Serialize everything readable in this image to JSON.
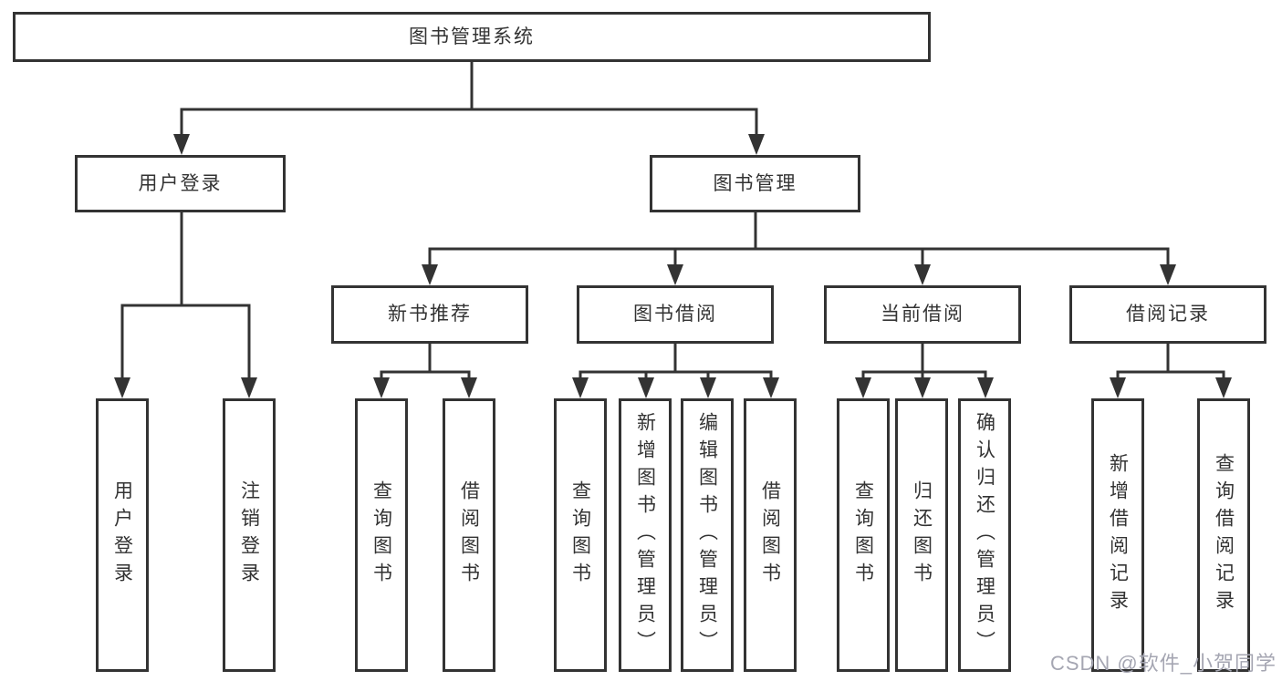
{
  "diagram": {
    "root": {
      "label": "图书管理系统"
    },
    "branches": [
      {
        "label": "用户登录",
        "children": [
          {
            "label": "用户登录"
          },
          {
            "label": "注销登录"
          }
        ]
      },
      {
        "label": "图书管理",
        "groups": [
          {
            "label": "新书推荐",
            "children": [
              {
                "label": "查询图书"
              },
              {
                "label": "借阅图书"
              }
            ]
          },
          {
            "label": "图书借阅",
            "children": [
              {
                "label": "查询图书"
              },
              {
                "label": "新增图书（管理员）"
              },
              {
                "label": "编辑图书（管理员）"
              },
              {
                "label": "借阅图书"
              }
            ]
          },
          {
            "label": "当前借阅",
            "children": [
              {
                "label": "查询图书"
              },
              {
                "label": "归还图书"
              },
              {
                "label": "确认归还（管理员）"
              }
            ]
          },
          {
            "label": "借阅记录",
            "children": [
              {
                "label": "新增借阅记录"
              },
              {
                "label": "查询借阅记录"
              }
            ]
          }
        ]
      }
    ]
  },
  "watermark": {
    "text": "CSDN @软件_小贺同学"
  },
  "colors": {
    "line": "#333333",
    "text": "#333333",
    "background": "#ffffff",
    "watermark": "#a5a6b2"
  }
}
